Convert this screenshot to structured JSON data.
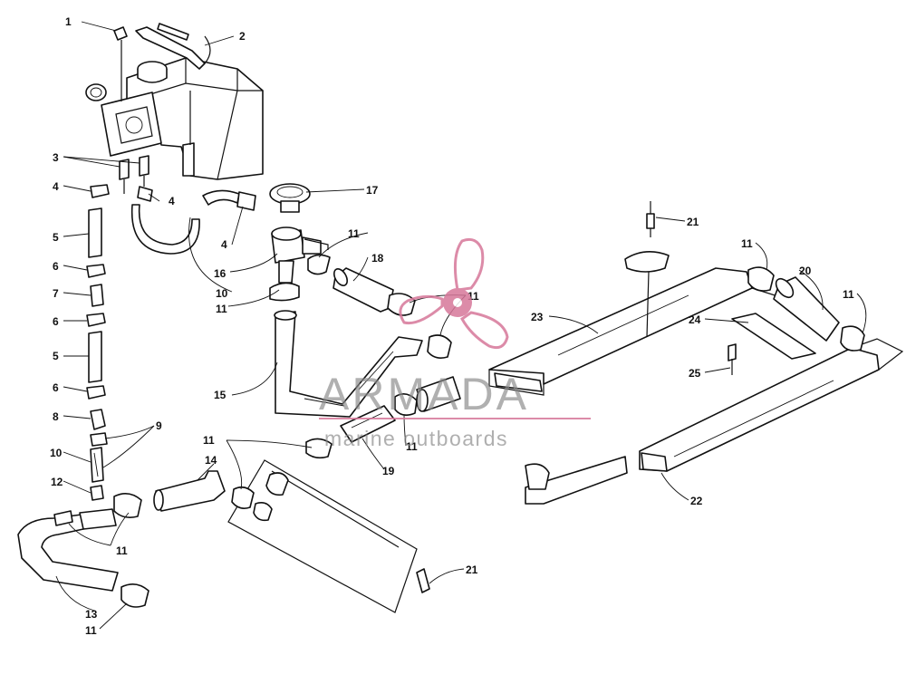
{
  "callouts": {
    "c1": "1",
    "c2": "2",
    "c3": "3",
    "c4a": "4",
    "c4b": "4",
    "c4c": "4",
    "c5a": "5",
    "c5b": "5",
    "c6a": "6",
    "c6b": "6",
    "c6c": "6",
    "c7": "7",
    "c8": "8",
    "c9": "9",
    "c10a": "10",
    "c10b": "10",
    "c11a": "11",
    "c11b": "11",
    "c11c": "11",
    "c11d": "11",
    "c11e": "11",
    "c11f": "11",
    "c11g": "11",
    "c11h": "11",
    "c11i": "11",
    "c12": "12",
    "c13": "13",
    "c14": "14",
    "c15": "15",
    "c16": "16",
    "c17": "17",
    "c18": "18",
    "c19": "19",
    "c20": "20",
    "c21a": "21",
    "c21b": "21",
    "c22": "22",
    "c23": "23",
    "c24": "24",
    "c25": "25"
  },
  "watermark": {
    "brand": "ARMADA",
    "tagline": "marine outboards",
    "color_pink": "#d7779a",
    "color_gray": "#8a8a8a"
  }
}
